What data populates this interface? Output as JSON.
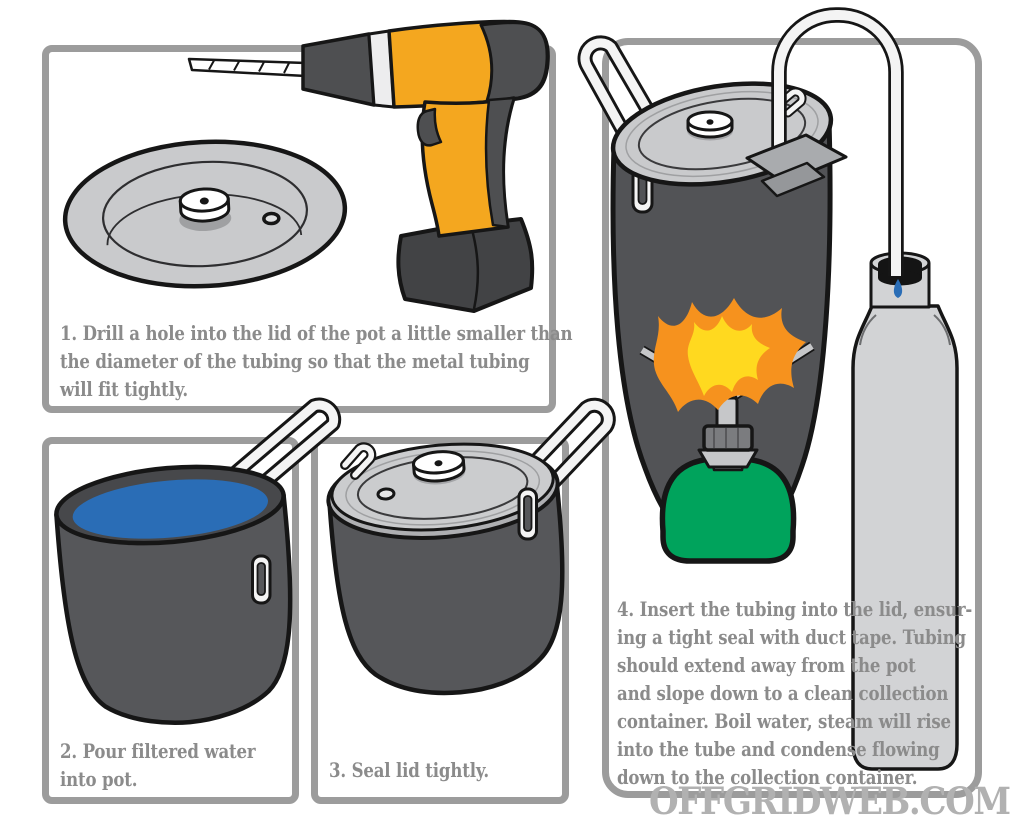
{
  "steps": [
    {
      "number": "1",
      "text": "1. Drill a hole into the lid of the pot a little smaller than\nthe diameter of the tubing so that the metal tubing\nwill fit tightly."
    },
    {
      "number": "2",
      "text": "2. Pour filtered water\ninto pot."
    },
    {
      "number": "3",
      "text": "3. Seal lid tightly."
    },
    {
      "number": "4",
      "text": "4. Insert the tubing into the lid, ensur-\ning a tight seal with duct tape. Tubing\nshould extend away from the pot\nand slope down to a clean collection\ncontainer. Boil water, steam will rise\ninto the tube and condense flowing\ndown to the collection container."
    }
  ],
  "watermark": {
    "text": "OFFGRIDWEB.COM"
  },
  "colors": {
    "panel_border": "#9c9c9c",
    "step_text": "#8b8b8b",
    "watermark_gray": "#b1b1b1",
    "drill_yellow": "#f4a71f",
    "tool_dark_gray": "#4e4f51",
    "pot_dark_gray": "#56575a",
    "lid_light_gray": "#cbccce",
    "water_blue": "#2a6db6",
    "flame_orange": "#f6921e",
    "flame_yellow": "#ffd91f",
    "canister_green": "#00a35c",
    "bottle_gray": "#d2d3d5"
  }
}
